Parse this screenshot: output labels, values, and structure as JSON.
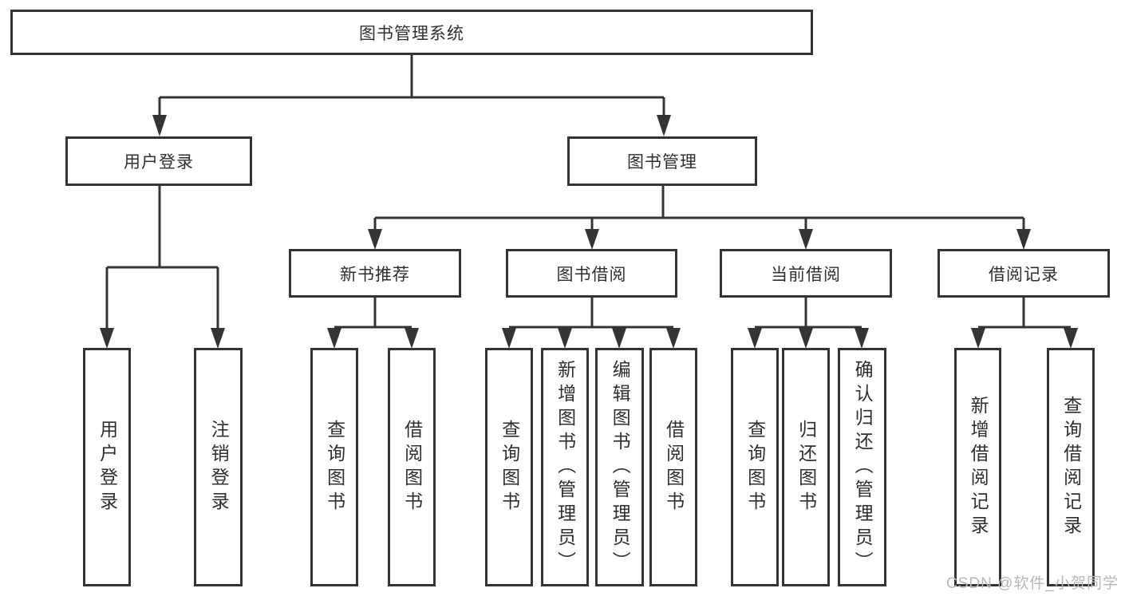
{
  "tree": {
    "root": {
      "label": "图书管理系统",
      "children": [
        {
          "label": "用户登录",
          "children": [
            {
              "label": "用户登录"
            },
            {
              "label": "注销登录"
            }
          ]
        },
        {
          "label": "图书管理",
          "children": [
            {
              "label": "新书推荐",
              "children": [
                {
                  "label": "查询图书"
                },
                {
                  "label": "借阅图书"
                }
              ]
            },
            {
              "label": "图书借阅",
              "children": [
                {
                  "label": "查询图书"
                },
                {
                  "label": "新增图书（管理员）"
                },
                {
                  "label": "编辑图书（管理员）"
                },
                {
                  "label": "借阅图书"
                }
              ]
            },
            {
              "label": "当前借阅",
              "children": [
                {
                  "label": "查询图书"
                },
                {
                  "label": "归还图书"
                },
                {
                  "label": "确认归还（管理员）"
                }
              ]
            },
            {
              "label": "借阅记录",
              "children": [
                {
                  "label": "新增借阅记录"
                },
                {
                  "label": "查询借阅记录"
                }
              ]
            }
          ]
        }
      ]
    }
  },
  "watermark": {
    "text": "CSDN @软件_小贺同学",
    "color": "#b8b8b8"
  },
  "style": {
    "line_color": "#343434",
    "text_color": "#2f2f2f",
    "background": "#ffffff"
  }
}
